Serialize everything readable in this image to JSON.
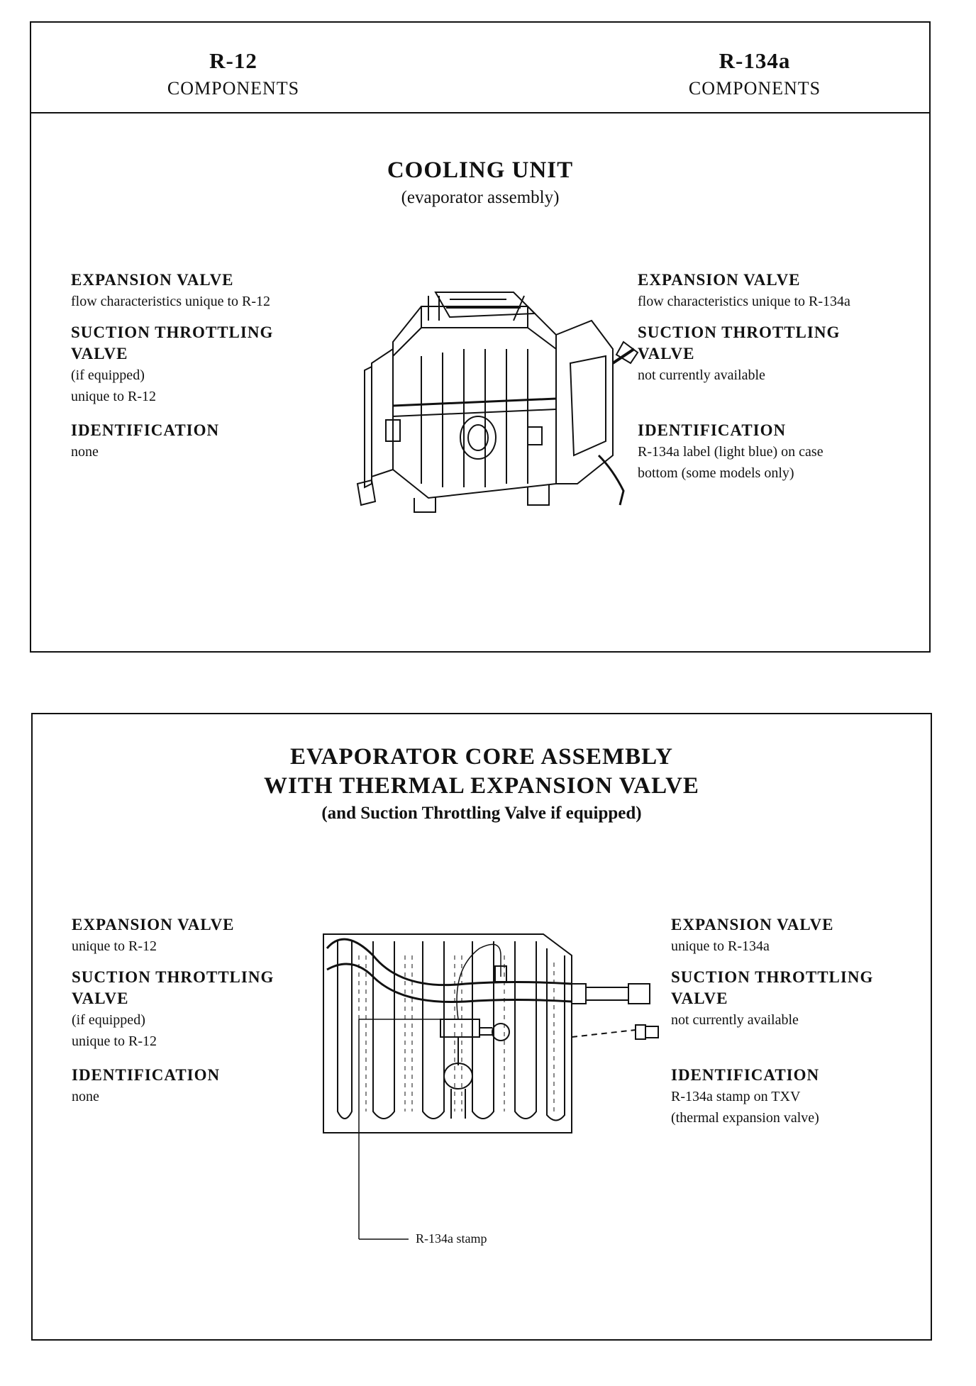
{
  "header": {
    "left": {
      "title": "R-12",
      "subtitle": "COMPONENTS"
    },
    "right": {
      "title": "R-134a",
      "subtitle": "COMPONENTS"
    }
  },
  "cooling_unit": {
    "title": "COOLING UNIT",
    "subtitle": "(evaporator assembly)",
    "left": {
      "expansion_label": "EXPANSION VALVE",
      "expansion_text": "flow characteristics unique to R-12",
      "suction_label_1": "SUCTION THROTTLING",
      "suction_label_2": "VALVE",
      "suction_text_1": "(if equipped)",
      "suction_text_2": "unique to R-12",
      "id_label": "IDENTIFICATION",
      "id_text": "none"
    },
    "right": {
      "expansion_label": "EXPANSION VALVE",
      "expansion_text": "flow characteristics unique to R-134a",
      "suction_label_1": "SUCTION THROTTLING",
      "suction_label_2": "VALVE",
      "suction_text": "not currently available",
      "id_label": "IDENTIFICATION",
      "id_text_1": "R-134a label (light blue) on case",
      "id_text_2": "bottom (some models only)"
    }
  },
  "evaporator_core": {
    "title_1": "EVAPORATOR CORE ASSEMBLY",
    "title_2": "WITH THERMAL EXPANSION VALVE",
    "subtitle": "(and Suction Throttling Valve if equipped)",
    "left": {
      "expansion_label": "EXPANSION VALVE",
      "expansion_text": "unique to R-12",
      "suction_label_1": "SUCTION THROTTLING",
      "suction_label_2": "VALVE",
      "suction_text_1": "(if equipped)",
      "suction_text_2": "unique to R-12",
      "id_label": "IDENTIFICATION",
      "id_text": "none"
    },
    "right": {
      "expansion_label": "EXPANSION VALVE",
      "expansion_text": "unique to R-134a",
      "suction_label_1": "SUCTION THROTTLING",
      "suction_label_2": "VALVE",
      "suction_text": "not currently available",
      "id_label": "IDENTIFICATION",
      "id_text_1": "R-134a stamp on TXV",
      "id_text_2": "(thermal expansion valve)"
    },
    "callout": "R-134a stamp"
  }
}
